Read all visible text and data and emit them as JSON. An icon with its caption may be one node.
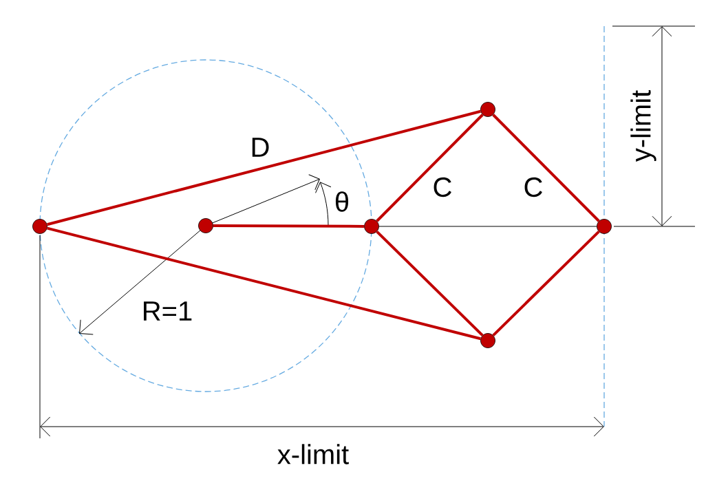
{
  "diagram": {
    "nodes": [
      {
        "text": [],
        "shape": "circle"
      },
      {
        "text": [],
        "shape": "circle"
      },
      {
        "text": [],
        "shape": "circle"
      },
      {
        "text": [],
        "shape": "circle"
      },
      {
        "text": [],
        "shape": "circle"
      },
      {
        "text": [],
        "shape": "circle"
      }
    ],
    "edges": [
      {
        "from": 0,
        "to": 3,
        "arrow": "none",
        "label": "D"
      },
      {
        "from": 0,
        "to": 5,
        "arrow": "none"
      },
      {
        "from": 1,
        "to": 2,
        "arrow": "none"
      },
      {
        "from": 2,
        "to": 3,
        "arrow": "none",
        "label": "C"
      },
      {
        "from": 3,
        "to": 4,
        "arrow": "none",
        "label": "C"
      },
      {
        "from": 2,
        "to": 5,
        "arrow": "none"
      },
      {
        "from": 5,
        "to": 4,
        "arrow": "none"
      },
      {
        "from": 2,
        "to": 4,
        "arrow": "none",
        "color": "#000000"
      }
    ],
    "labels": [
      "θ",
      "R=1",
      "x-limit",
      "y-limit"
    ]
  }
}
